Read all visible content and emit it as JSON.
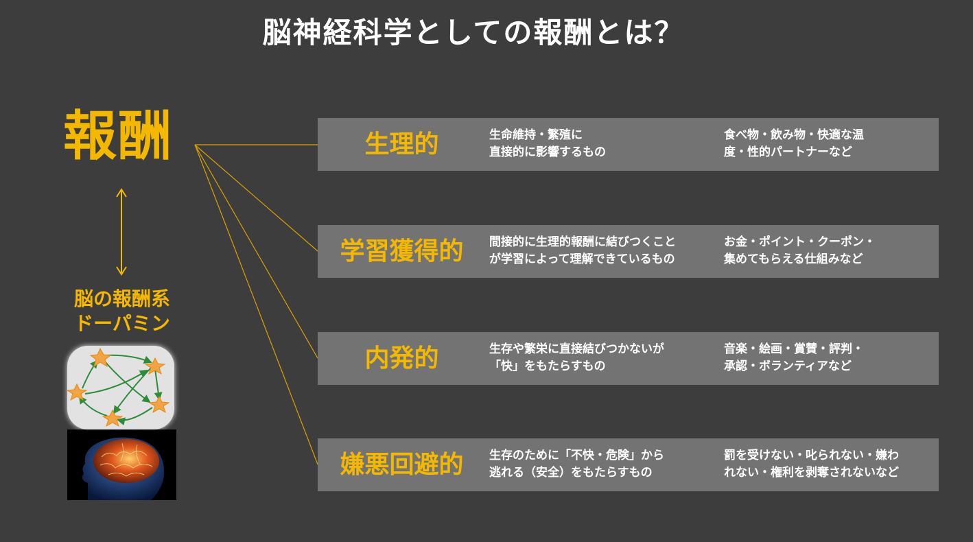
{
  "title": "脳神経科学としての報酬とは？",
  "reward_label": "報酬",
  "brain_system": {
    "line1": "脳の報酬系",
    "line2": "ドーパミン"
  },
  "categories": [
    {
      "name": "生理的",
      "desc": [
        "生命維持・繁殖に",
        "直接的に影響するもの"
      ],
      "examples": [
        "食べ物・飲み物・快適な温",
        "度・性的パートナーなど"
      ]
    },
    {
      "name": "学習獲得的",
      "desc": [
        "間接的に生理的報酬に結びつくこと",
        "が学習によって理解できているもの"
      ],
      "examples": [
        "お金・ポイント・クーポン・",
        "集めてもらえる仕組みなど"
      ]
    },
    {
      "name": "内発的",
      "desc": [
        "生存や繁栄に直接結びつかないが",
        "「快」をもたらすもの"
      ],
      "examples": [
        "音楽・絵画・賞賛・評判・",
        "承認・ボランティアなど"
      ]
    },
    {
      "name": "嫌悪回避的",
      "desc": [
        "生存のために「不快・危険」から",
        "逃れる（安全）をもたらすもの"
      ],
      "examples": [
        "罰を受けない・叱られない・嫌わ",
        "れない・権利を剥奪されないなど"
      ]
    }
  ],
  "colors": {
    "background": "#3d3d3d",
    "accent": "#f5b800",
    "box": "#737373",
    "text": "#ffffff"
  },
  "icons": [
    "double-arrow-icon",
    "neuron-network-icon",
    "brain-scan-icon"
  ]
}
